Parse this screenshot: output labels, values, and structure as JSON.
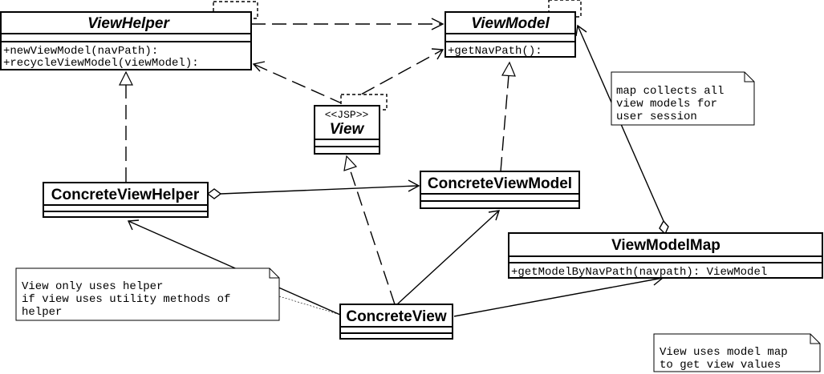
{
  "classes": {
    "view_helper": {
      "name": "ViewHelper",
      "ops": [
        "+newViewModel(navPath):",
        "+recycleViewModel(viewModel):"
      ]
    },
    "view_model": {
      "name": "ViewModel",
      "ops": [
        "+getNavPath():"
      ]
    },
    "view": {
      "stereotype": "<<JSP>>",
      "name": "View"
    },
    "concrete_view_helper": {
      "name": "ConcreteViewHelper"
    },
    "concrete_view_model": {
      "name": "ConcreteViewModel"
    },
    "view_model_map": {
      "name": "ViewModelMap",
      "ops": [
        "+getModelByNavPath(navpath): ViewModel"
      ]
    },
    "concrete_view": {
      "name": "ConcreteView"
    }
  },
  "notes": {
    "map_note": [
      "map collects all",
      "view models for",
      "user session"
    ],
    "helper_note": [
      "View only uses helper",
      "if view uses utility methods of",
      "helper"
    ],
    "model_map_note": [
      "View uses model map",
      "to get view values"
    ]
  }
}
